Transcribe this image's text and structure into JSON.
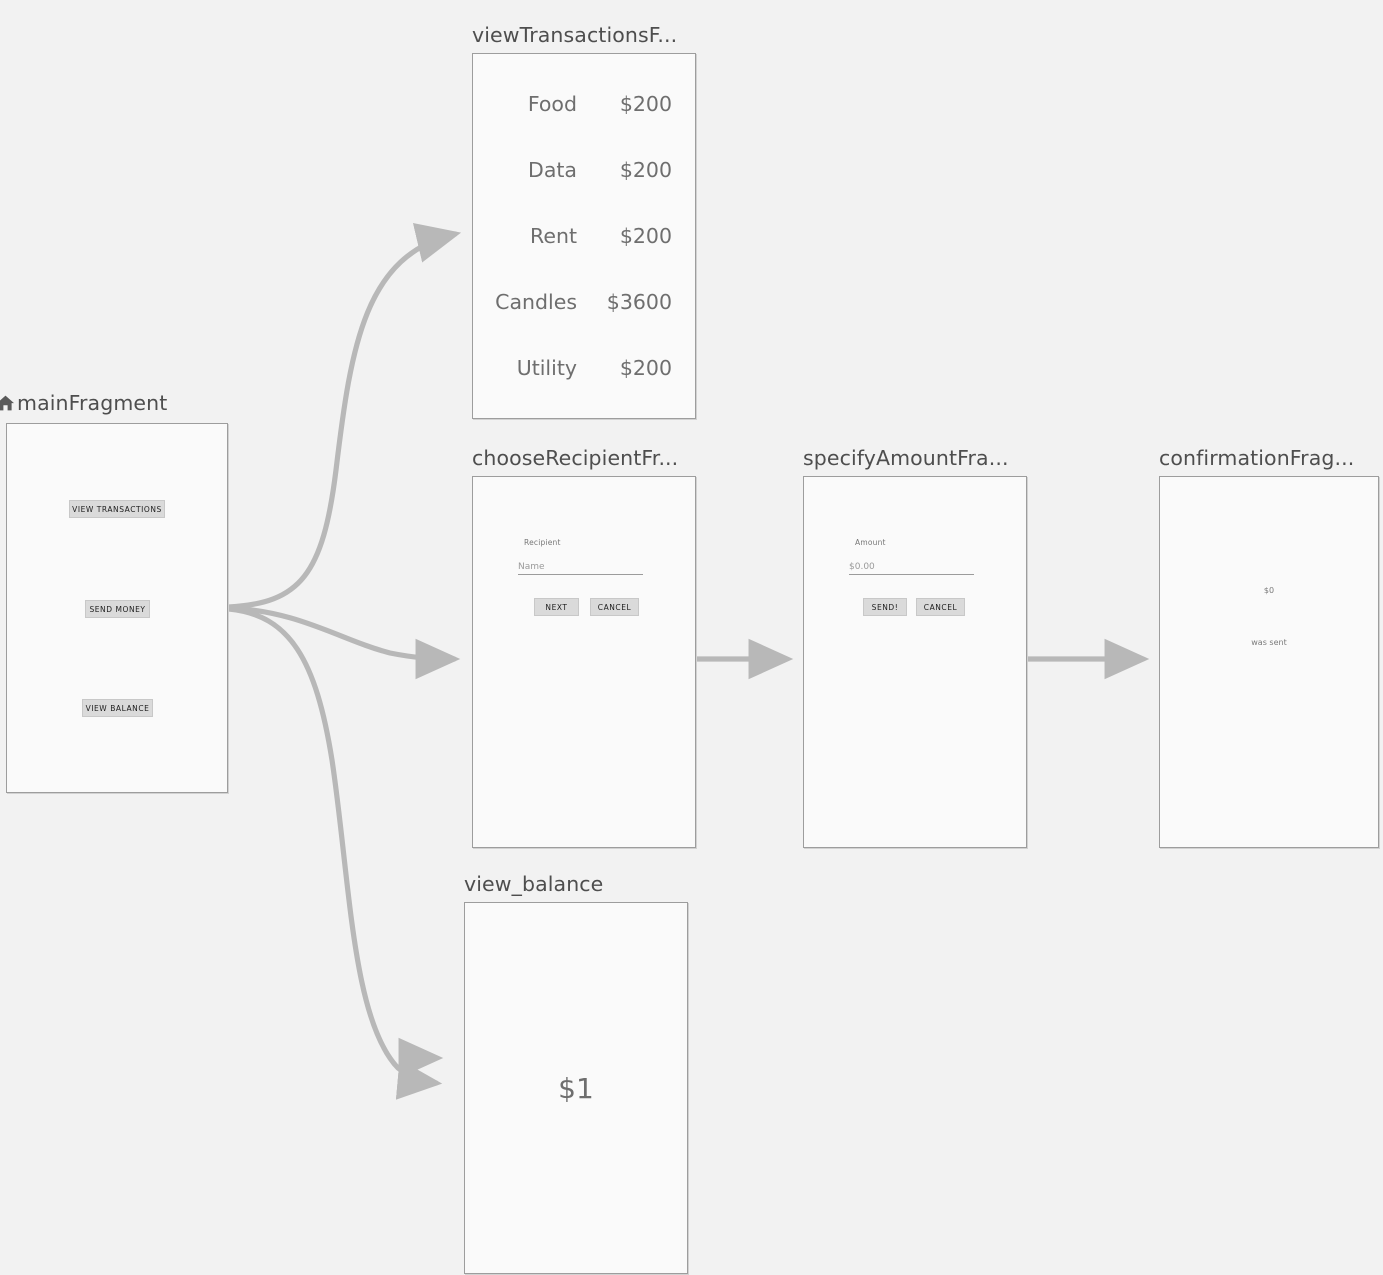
{
  "canvas": {
    "background": "#f2f2f2",
    "node_border_color": "#9d9d9d",
    "node_fill_color": "#fafafa",
    "connector_color": "#b8b8b8",
    "label_color": "#4e4e4e"
  },
  "destinations": [
    {
      "id": "viewTransactionsFragment",
      "label": "viewTransactionsF...",
      "start_destination": false,
      "icon": null,
      "preview_type": "transaction-list",
      "transactions": [
        {
          "name": "Food",
          "amount": "$200"
        },
        {
          "name": "Data",
          "amount": "$200"
        },
        {
          "name": "Rent",
          "amount": "$200"
        },
        {
          "name": "Candles",
          "amount": "$3600"
        },
        {
          "name": "Utility",
          "amount": "$200"
        }
      ]
    },
    {
      "id": "mainFragment",
      "label": "mainFragment",
      "start_destination": true,
      "icon": "home-icon",
      "preview_type": "button-menu",
      "buttons": [
        {
          "label": "VIEW TRANSACTIONS"
        },
        {
          "label": "SEND MONEY"
        },
        {
          "label": "VIEW BALANCE"
        }
      ]
    },
    {
      "id": "chooseRecipientFragment",
      "label": "chooseRecipientFr...",
      "start_destination": false,
      "icon": null,
      "preview_type": "form",
      "form": {
        "field_label": "Recipient",
        "field_placeholder": "Name",
        "buttons": [
          {
            "label": "NEXT"
          },
          {
            "label": "CANCEL"
          }
        ]
      }
    },
    {
      "id": "specifyAmountFragment",
      "label": "specifyAmountFra...",
      "start_destination": false,
      "icon": null,
      "preview_type": "form",
      "form": {
        "field_label": "Amount",
        "field_placeholder": "$0.00",
        "buttons": [
          {
            "label": "SEND!"
          },
          {
            "label": "CANCEL"
          }
        ]
      }
    },
    {
      "id": "confirmationFragment",
      "label": "confirmationFrag...",
      "start_destination": false,
      "icon": null,
      "preview_type": "confirmation",
      "confirmation": {
        "amount": "$0",
        "message": "was sent"
      }
    },
    {
      "id": "view_balance",
      "label": "view_balance",
      "start_destination": false,
      "icon": null,
      "preview_type": "balance",
      "balance": {
        "amount": "$1"
      }
    }
  ],
  "actions": [
    {
      "from": "mainFragment",
      "to": "viewTransactionsFragment"
    },
    {
      "from": "mainFragment",
      "to": "chooseRecipientFragment"
    },
    {
      "from": "mainFragment",
      "to": "view_balance"
    },
    {
      "from": "mainFragment",
      "to": "view_balance"
    },
    {
      "from": "chooseRecipientFragment",
      "to": "specifyAmountFragment"
    },
    {
      "from": "specifyAmountFragment",
      "to": "confirmationFragment"
    }
  ]
}
